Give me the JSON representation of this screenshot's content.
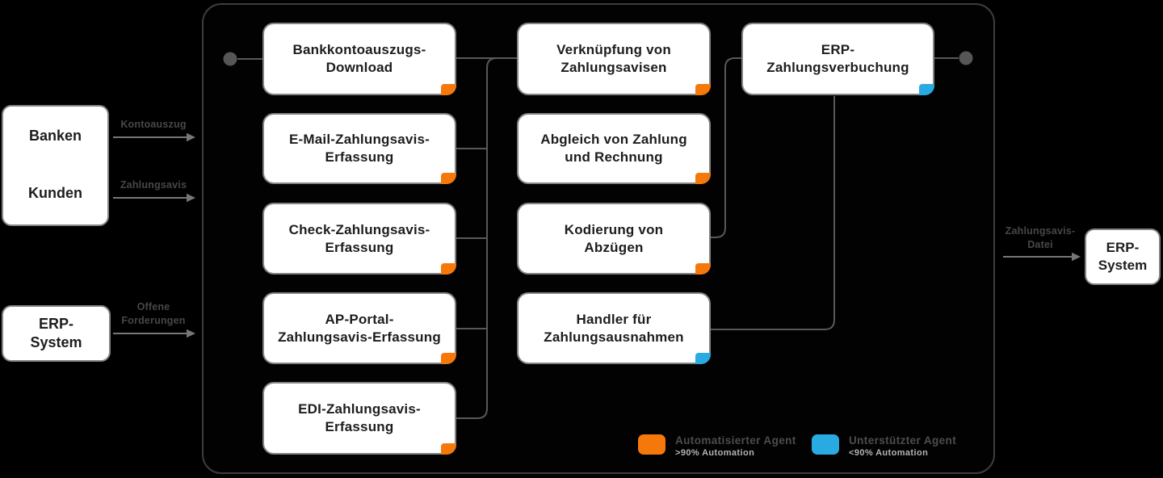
{
  "palette": {
    "automated": "#f5790a",
    "assisted": "#29abe2"
  },
  "external": {
    "banken_kunden": {
      "top": "Banken",
      "bottom": "Kunden"
    },
    "erp_source": {
      "label": "ERP-\nSystem"
    },
    "erp_target": {
      "label": "ERP-\nSystem"
    }
  },
  "flows": {
    "kontoauszug": {
      "label": "Kontoauszug"
    },
    "zahlungsavis": {
      "label": "Zahlungsavis"
    },
    "offene_forderungen": {
      "label": "Offene\nForderungen"
    },
    "zahlungsavis_datei": {
      "label": "Zahlungsavis-\nDatei"
    }
  },
  "process": {
    "intake": [
      {
        "label": "Bankkontoauszugs-\nDownload",
        "agent": "automated"
      },
      {
        "label": "E-Mail-Zahlungsavis-\nErfassung",
        "agent": "automated"
      },
      {
        "label": "Check-Zahlungsavis-\nErfassung",
        "agent": "automated"
      },
      {
        "label": "AP-Portal-\nZahlungsavis-Erfassung",
        "agent": "automated"
      },
      {
        "label": "EDI-Zahlungsavis-\nErfassung",
        "agent": "automated"
      }
    ],
    "processing": [
      {
        "label": "Verknüpfung von\nZahlungsavisen",
        "agent": "automated"
      },
      {
        "label": "Abgleich von Zahlung\nund Rechnung",
        "agent": "automated"
      },
      {
        "label": "Kodierung von\nAbzügen",
        "agent": "automated"
      },
      {
        "label": "Handler für\nZahlungsausnahmen",
        "agent": "assisted"
      }
    ],
    "posting": [
      {
        "label": "ERP-\nZahlungsverbuchung",
        "agent": "assisted"
      }
    ]
  },
  "legend": {
    "automated": {
      "title": "Automatisierter Agent",
      "subtitle": ">90% Automation"
    },
    "assisted": {
      "title": "Unterstützter Agent",
      "subtitle": "<90% Automation"
    }
  }
}
